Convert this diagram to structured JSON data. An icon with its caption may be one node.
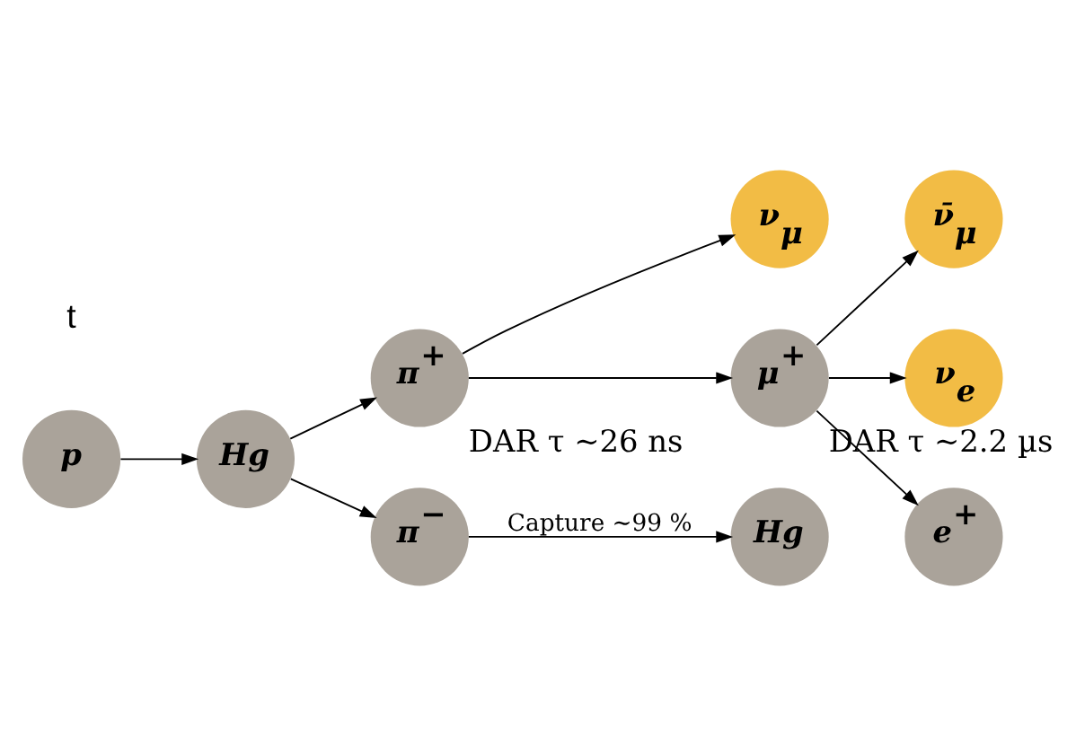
{
  "diagram": {
    "nodes": [
      {
        "text": [
          "p"
        ]
      },
      {
        "text": [
          "Hg"
        ]
      },
      {
        "text": [
          "π$^{+}$"
        ],
        "beside": [
          "DAR τ ~26 ns"
        ]
      },
      {
        "text": [
          "π$^{−}$"
        ]
      },
      {
        "text": [
          "ν$_{μ}$"
        ]
      },
      {
        "text": [
          "μ$^{+}$"
        ],
        "beside": [
          "DAR τ ~2.2 µs"
        ]
      },
      {
        "text": [
          "ν̄$_{μ}$"
        ]
      },
      {
        "text": [
          "ν$_{e}$"
        ]
      },
      {
        "text": [
          "e$^{+}$"
        ]
      },
      {
        "text": [
          "Hg"
        ]
      }
    ],
    "edges": [
      {
        "from": 0,
        "to": 1,
        "arrow": "to"
      },
      {
        "from": 1,
        "to": 2,
        "arrow": "to"
      },
      {
        "from": 1,
        "to": 3,
        "arrow": "to"
      },
      {
        "from": 2,
        "to": 4,
        "arrow": "to"
      },
      {
        "from": 2,
        "to": 5,
        "arrow": "to"
      },
      {
        "from": 3,
        "to": 9,
        "label": "Capture ~99 %",
        "arrow": "to"
      },
      {
        "from": 5,
        "to": 6,
        "arrow": "to"
      },
      {
        "from": 5,
        "to": 7,
        "arrow": "to"
      },
      {
        "from": 5,
        "to": 8,
        "arrow": "to"
      }
    ],
    "labels": [
      "t"
    ]
  }
}
